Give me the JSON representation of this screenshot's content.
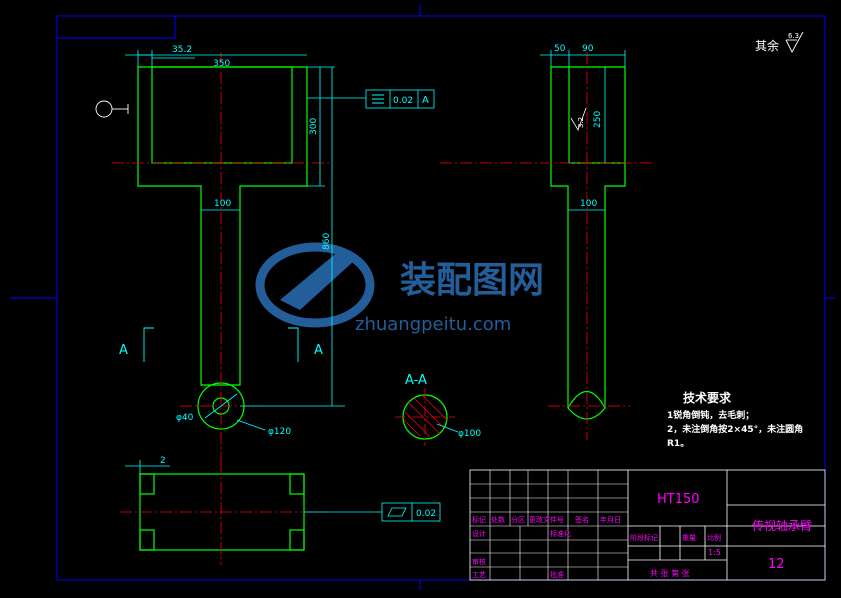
{
  "drawing": {
    "dims": {
      "d_35_2": "35.2",
      "d_350": "350",
      "d_300": "300",
      "d_860": "860",
      "d_100_front": "100",
      "d_phi40": "φ40",
      "d_phi120": "φ120",
      "d_2": "2",
      "d_50": "50",
      "d_90": "90",
      "d_250": "250",
      "d_100_side": "100",
      "d_phi100": "φ100"
    },
    "tolerances": {
      "flatness_value": "0.02",
      "flatness_datum": "A",
      "parallel_value": "0.02"
    },
    "section_labels": {
      "left": "A",
      "right": "A",
      "section_title": "A-A"
    },
    "surface_finish": {
      "remaining_text": "其余",
      "roughness_value": "6.3",
      "side_roughness": "3.2"
    },
    "tech_requirements": {
      "title": "技术要求",
      "line1": "1锐角倒钝，去毛刺；",
      "line2": "2，未注倒角按2×45°，未注圆角",
      "line3": "R1。"
    },
    "watermark": {
      "cn": "装配图网",
      "url": "zhuangpeitu.com"
    },
    "title_block": {
      "material": "HT150",
      "part_name": "传视轴承臂",
      "drawing_no": "12",
      "scale": "1:5",
      "label_mark": "标记",
      "label_count": "处数",
      "label_zone": "分区",
      "label_change_doc": "更改文件号",
      "label_sign": "签名",
      "label_date": "年月日",
      "label_design": "设计",
      "label_standardize": "标准化",
      "label_review": "审核",
      "label_process": "工艺",
      "label_approve": "批准",
      "label_stage": "阶段标记",
      "label_weight": "重量",
      "label_ratio": "比例",
      "label_sheets": "共  张 第  张"
    },
    "colors": {
      "geometry": "#00ff00",
      "dimension": "#00ffff",
      "centerline": "#ff0000",
      "frame": "#0000ff",
      "title_text": "#ff00ff",
      "block_lines": "#ffffff",
      "watermark": "#2a6fb5"
    }
  }
}
